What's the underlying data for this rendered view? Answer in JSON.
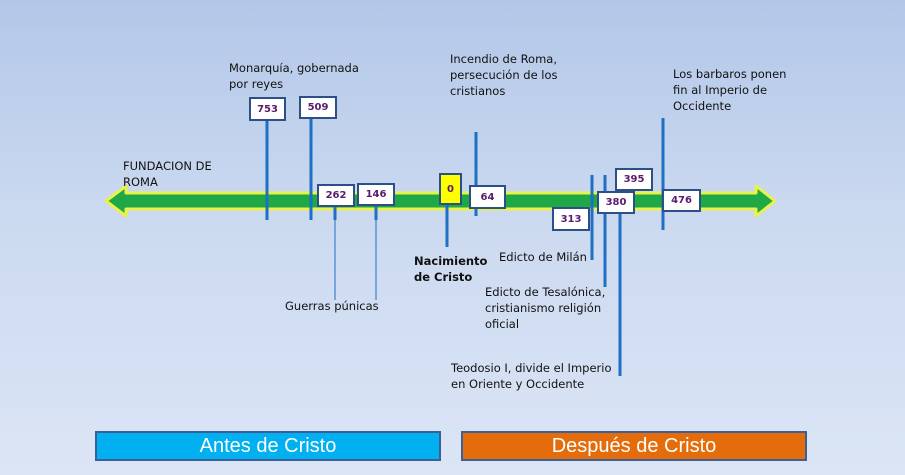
{
  "colors": {
    "arrow_fill": "#1ea846",
    "arrow_outline": "#e9f24a",
    "tick": "#1f6fc2",
    "box_border": "#2b4f86",
    "box_text": "#5a1a6e",
    "zero_box": "#ffff00",
    "era_bc": "#00b0f0",
    "era_ad": "#e46c0a"
  },
  "labels": {
    "fundacion": "FUNDACION DE\nROMA",
    "monarquia": "Monarquía, gobernada\npor reyes",
    "guerras": "Guerras púnicas",
    "incendio": "Incendio de Roma,\npersecución de los\ncristianos",
    "nacimiento": "Nacimiento\nde Cristo",
    "milan": "Edicto de Milán",
    "tesalonica": "Edicto de Tesalónica,\ncristianismo religión\noficial",
    "teodosio": "Teodosio I, divide el Imperio\nen Oriente y Occidente",
    "barbaros": "Los barbaros ponen\nfin al Imperio de\nOccidente"
  },
  "years": {
    "y753": "753",
    "y509": "509",
    "y262": "262",
    "y146": "146",
    "y0": "0",
    "y64": "64",
    "y313": "313",
    "y380": "380",
    "y395": "395",
    "y476": "476"
  },
  "eras": {
    "bc": "Antes de Cristo",
    "ad": "Después de Cristo"
  }
}
